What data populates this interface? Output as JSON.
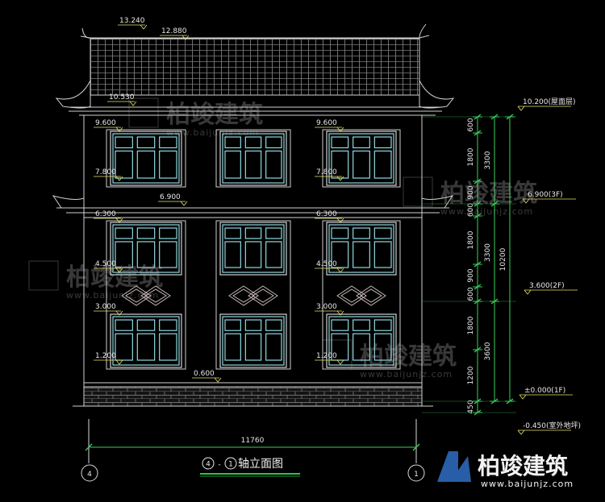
{
  "title": {
    "circle_a": "4",
    "dash": "-",
    "circle_b": "1",
    "text": "轴立面图"
  },
  "axes": {
    "left": "4",
    "right": "1"
  },
  "overall_width": "11760",
  "levels_left": [
    {
      "id": "l13240",
      "text": "13.240"
    },
    {
      "id": "l12880",
      "text": "12.880"
    },
    {
      "id": "l10530",
      "text": "10.530"
    },
    {
      "id": "l9600a",
      "text": "9.600"
    },
    {
      "id": "l9600b",
      "text": "9.600"
    },
    {
      "id": "l7800a",
      "text": "7.800"
    },
    {
      "id": "l7800b",
      "text": "7.800"
    },
    {
      "id": "l6900",
      "text": "6.900"
    },
    {
      "id": "l6300a",
      "text": "6.300"
    },
    {
      "id": "l6300b",
      "text": "6.300"
    },
    {
      "id": "l4500a",
      "text": "4.500"
    },
    {
      "id": "l4500b",
      "text": "4.500"
    },
    {
      "id": "l3000a",
      "text": "3.000"
    },
    {
      "id": "l3000b",
      "text": "3.000"
    },
    {
      "id": "l1200a",
      "text": "1.200"
    },
    {
      "id": "l1200b",
      "text": "1.200"
    },
    {
      "id": "l0600",
      "text": "0.600"
    }
  ],
  "levels_right": [
    {
      "id": "r10200",
      "text": "10.200(屋面层)"
    },
    {
      "id": "r6900",
      "text": "6.900(3F)"
    },
    {
      "id": "r3600",
      "text": "3.600(2F)"
    },
    {
      "id": "r0000",
      "text": "±0.000(1F)"
    },
    {
      "id": "r0450",
      "text": "-0.450(室外地坪)"
    }
  ],
  "dims_col1": [
    "600",
    "1800",
    "900",
    "600",
    "1800",
    "900",
    "600",
    "1800",
    "1200",
    "450"
  ],
  "dims_col2": [
    "3300",
    "3300",
    "3600"
  ],
  "dims_col3": [
    "10200"
  ],
  "watermark": {
    "brand": "柏竣建筑",
    "url": "www.baijunjz.com",
    "url_short": "www.baijunjz.com"
  },
  "colors": {
    "line": "#d8d8d8",
    "window": "#8fd8e0",
    "dim": "#39d05c",
    "yellow": "#e8e36a",
    "title_underline": "#28c84c"
  }
}
